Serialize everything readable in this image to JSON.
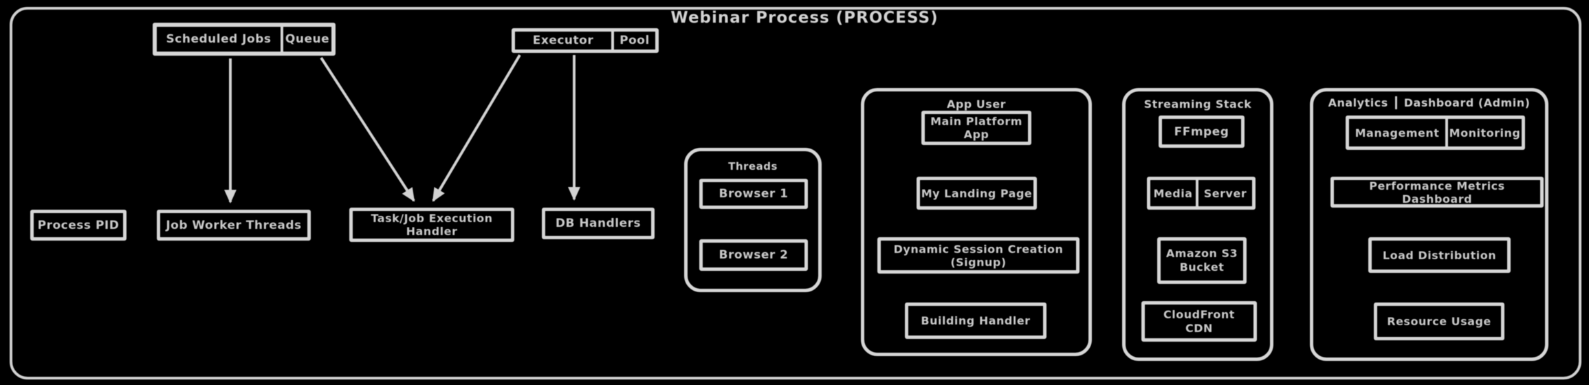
{
  "title": "Webinar Process (PROCESS)",
  "queue_box": {
    "left": "Scheduled Jobs",
    "right": "Queue"
  },
  "executor_box": {
    "left": "Executor",
    "right": "Pool"
  },
  "row": {
    "process": "Process PID",
    "workers": "Job Worker Threads",
    "handler": "Task/Job Execution Handler",
    "db": "DB Handlers"
  },
  "threads_panel": {
    "title": "Threads",
    "browser1": "Browser 1",
    "browser2": "Browser 2"
  },
  "user_panel": {
    "title": "App User",
    "platform": "Main Platform App",
    "landing": "My Landing Page",
    "session": "Dynamic Session Creation (Signup)",
    "building": "Building Handler"
  },
  "streaming_panel": {
    "title": "Streaming Stack",
    "ffmpeg": "FFmpeg",
    "media_left": "Media",
    "media_right": "Server",
    "s3_line1": "Amazon S3",
    "s3_line2": "Bucket",
    "cdn_line1": "CloudFront",
    "cdn_line2": "CDN"
  },
  "analytics_panel": {
    "title_left": "Analytics",
    "title_right": "Dashboard (Admin)",
    "mgmt_left": "Management",
    "mgmt_right": "Monitoring",
    "metrics": "Performance Metrics Dashboard",
    "load": "Load Distribution",
    "resource": "Resource Usage"
  },
  "colors": {
    "background": "#000000",
    "stroke": "#d2d2d2",
    "text": "#c6c6c6"
  }
}
